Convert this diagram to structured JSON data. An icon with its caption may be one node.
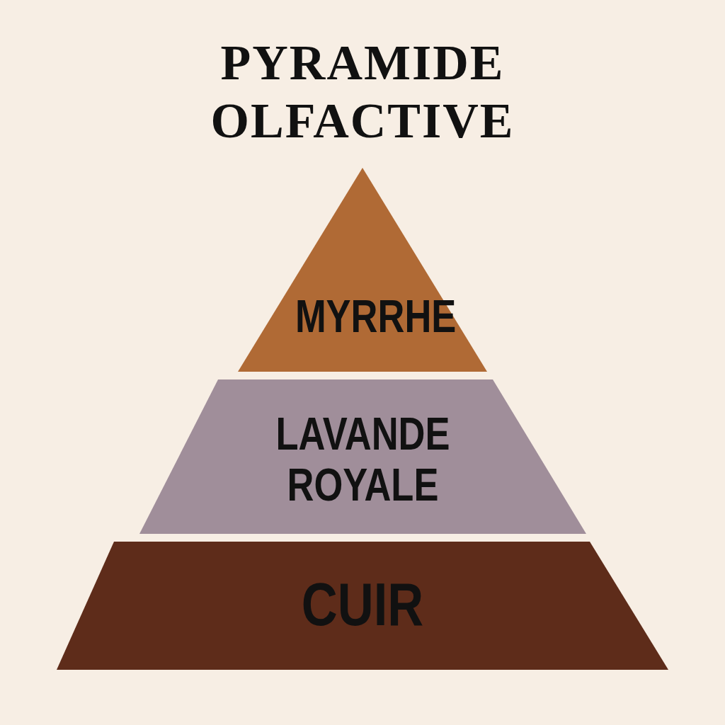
{
  "diagram": {
    "title": "PYRAMIDE OLFACTIVE",
    "nodes": [
      {
        "text": [
          "MYRRHE"
        ]
      },
      {
        "text": [
          "LAVANDE ROYALE"
        ]
      },
      {
        "text": [
          "CUIR"
        ]
      }
    ]
  }
}
